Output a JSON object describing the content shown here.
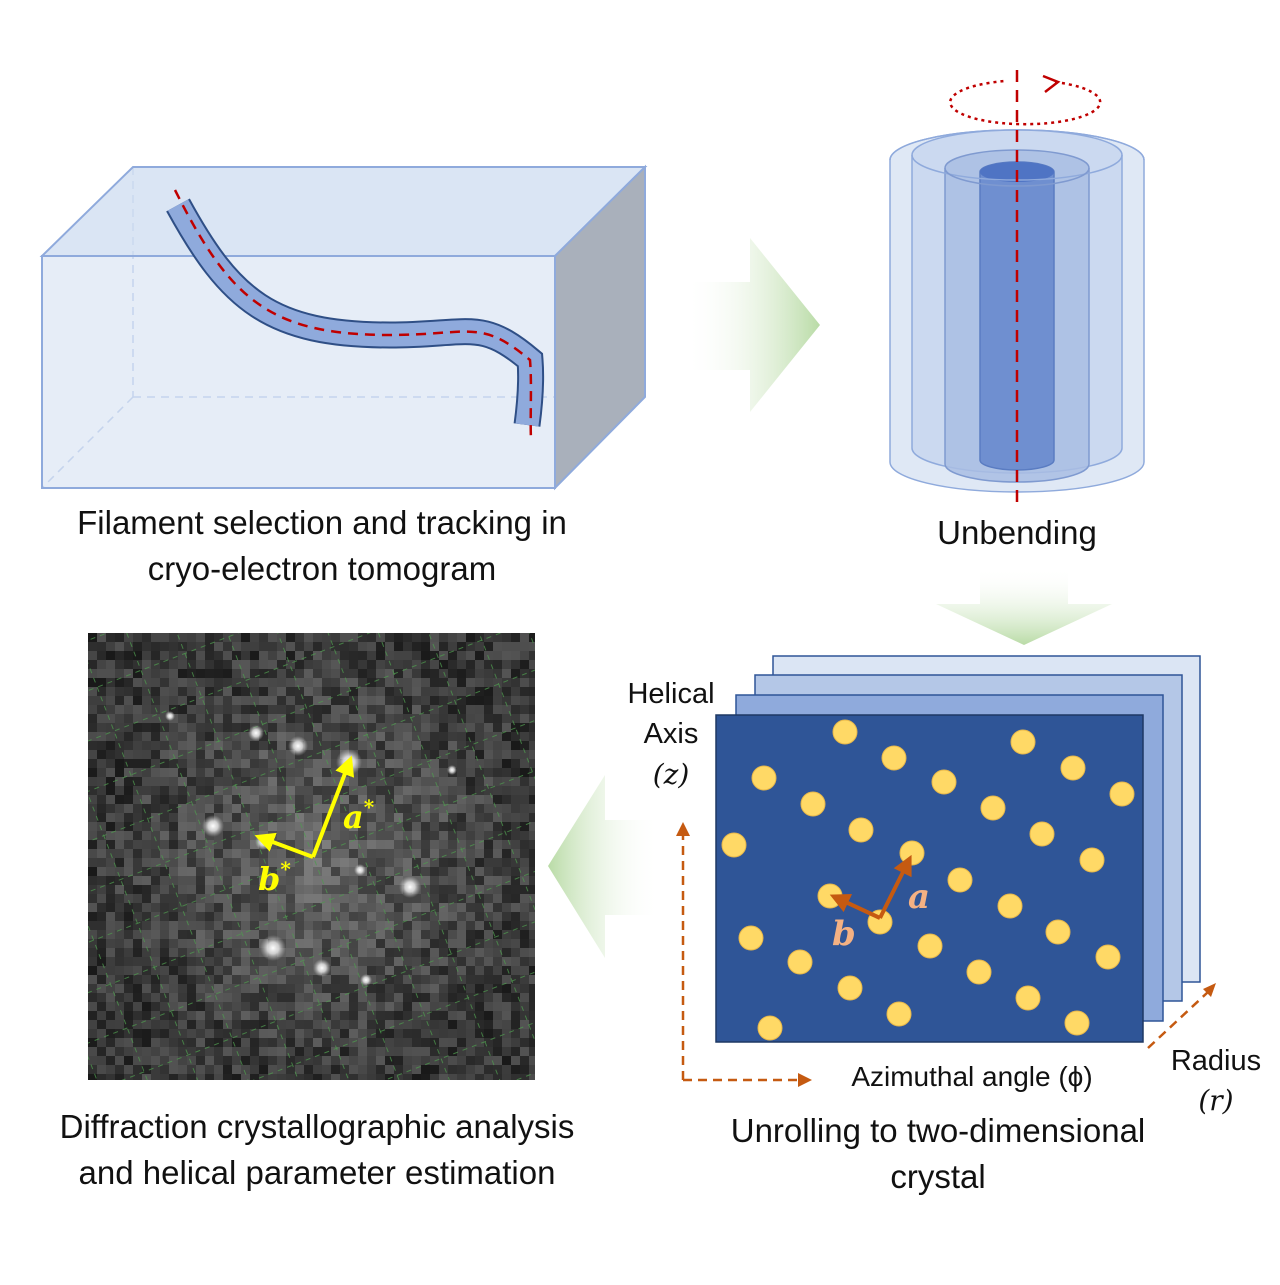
{
  "captions": {
    "tomogram_line1": "Filament selection and tracking in",
    "tomogram_line2": "cryo-electron tomogram",
    "unbending": "Unbending",
    "unrolling_line1": "Unrolling to two-dimensional",
    "unrolling_line2": "crystal",
    "diffraction_line1": "Diffraction crystallographic analysis",
    "diffraction_line2": "and helical parameter estimation"
  },
  "axes": {
    "helical_line1": "Helical",
    "helical_line2": "Axis",
    "helical_symbol": "(z)",
    "azimuthal": "Azimuthal angle (ϕ)",
    "radius_line1": "Radius",
    "radius_symbol": "(r)"
  },
  "vectors": {
    "a": "a",
    "b": "b",
    "a_star": "a",
    "b_star": "b",
    "star": "*"
  },
  "colors": {
    "box_fill": "#dbe5f4",
    "box_side": "#a8afba",
    "box_edge": "#8faadc",
    "filament_fill": "#8faadc",
    "filament_edge": "#2f4f86",
    "axis_red": "#c00000",
    "crystal_blue": "#2f5597",
    "dot_yellow": "#ffd966",
    "vector_brown": "#c55a11",
    "vector_label": "#f4b183",
    "yellow_vector": "#ffff00",
    "arrow_green": "#c5e0b4",
    "diffraction_bg": "#2a2a2a"
  }
}
